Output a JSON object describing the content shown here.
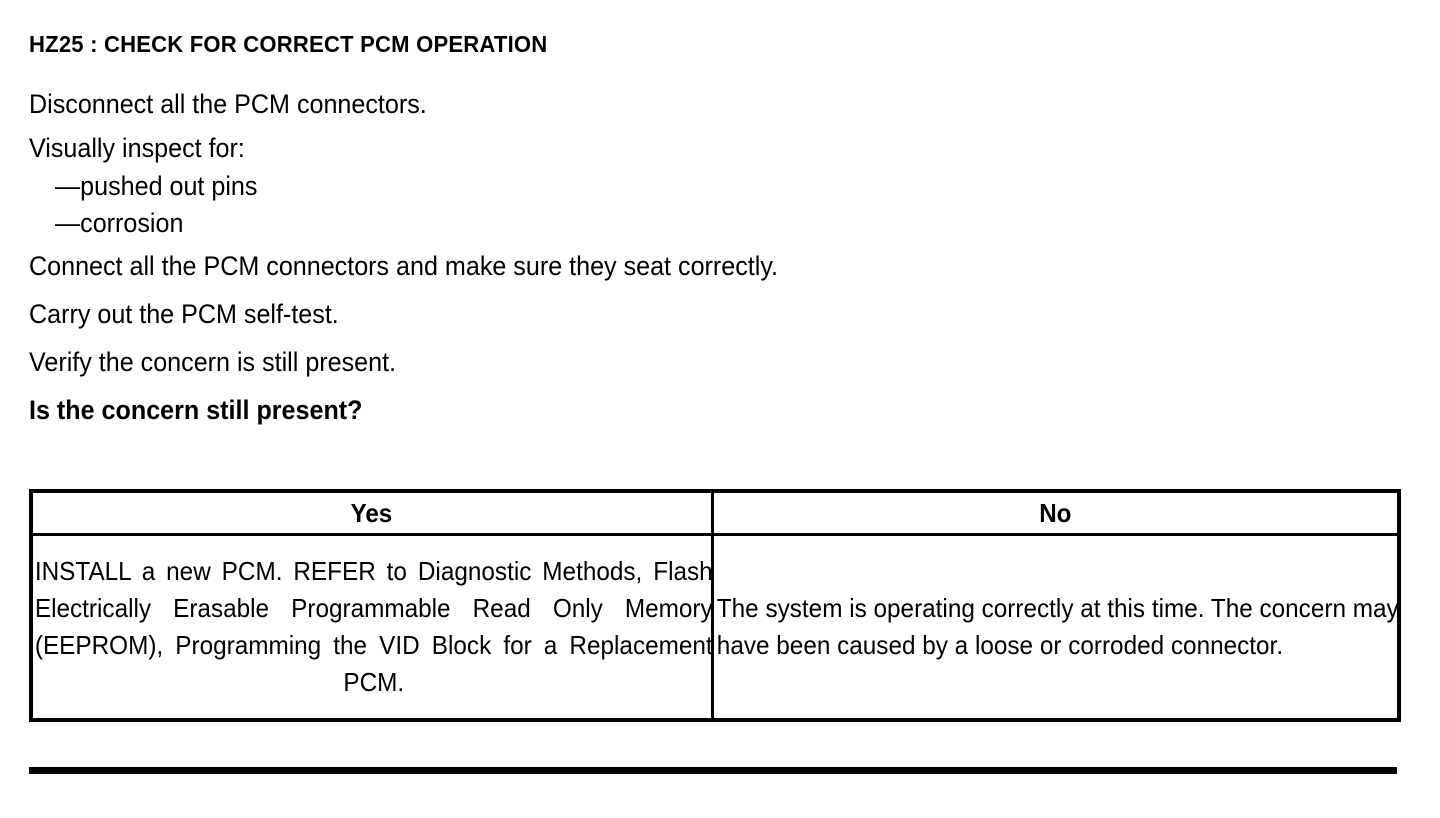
{
  "document": {
    "heading": "HZ25 : CHECK FOR CORRECT PCM OPERATION",
    "instructions": [
      {
        "text": "Disconnect all the PCM connectors.",
        "style": "normal"
      },
      {
        "text": "Visually inspect for:",
        "style": "normal"
      },
      {
        "text": "—pushed out pins",
        "style": "sub"
      },
      {
        "text": "—corrosion",
        "style": "sub"
      },
      {
        "text": "Connect all the PCM connectors and make sure they seat correctly.",
        "style": "normal"
      },
      {
        "text": "Carry out the PCM self-test.",
        "style": "normal"
      },
      {
        "text": "Verify the concern is still present.",
        "style": "normal"
      },
      {
        "text": "Is the concern still present?",
        "style": "bold"
      }
    ],
    "outcome_table": {
      "headers": [
        "Yes",
        "No"
      ],
      "row": {
        "yes": "INSTALL a new PCM. REFER to Diagnostic Methods, Flash Electrically Erasable Programmable Read Only Memory (EEPROM), Programming the VID Block for a Replacement PCM.",
        "no": "The system is operating correctly at this time. The concern may have been caused by a loose or corroded connector."
      }
    },
    "colors": {
      "text": "#000000",
      "background": "#ffffff",
      "rule": "#000000"
    }
  }
}
